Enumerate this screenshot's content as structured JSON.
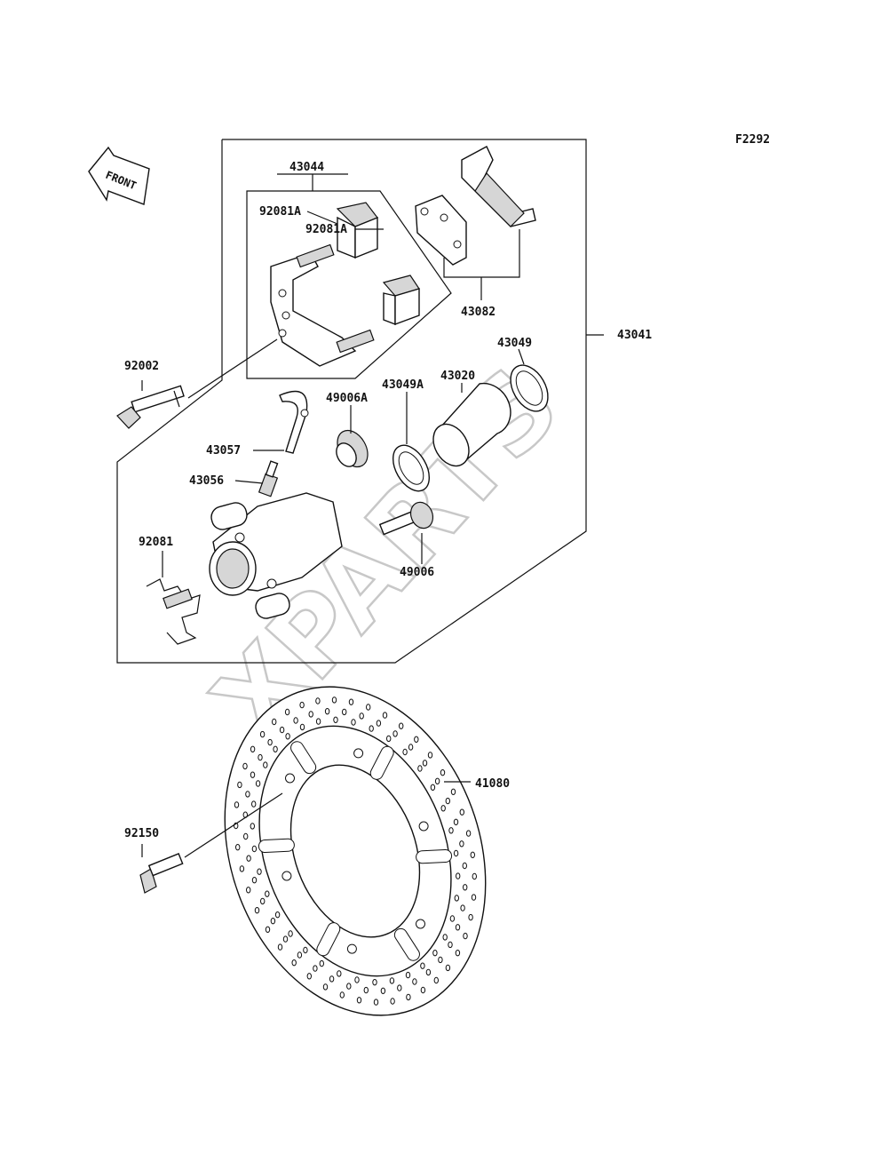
{
  "diagram_code": "F2292",
  "front_arrow_text": "FRONT",
  "watermark": "XPARTS",
  "labels": {
    "l43044": "43044",
    "l92081A_1": "92081A",
    "l92081A_2": "92081A",
    "l43082": "43082",
    "l43041": "43041",
    "l43049": "43049",
    "l43020": "43020",
    "l49006A": "49006A",
    "l43049A": "43049A",
    "l92002": "92002",
    "l43057": "43057",
    "l43056": "43056",
    "l92081": "92081",
    "l49006": "49006",
    "l41080": "41080",
    "l92150": "92150"
  }
}
